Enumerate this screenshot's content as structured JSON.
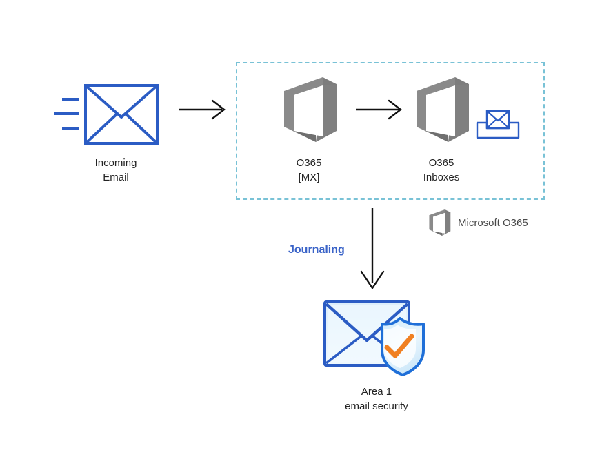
{
  "diagram": {
    "title": "Area 1 email security journaling flow for Microsoft O365",
    "background": "#ffffff"
  },
  "colors": {
    "envelope_blue": "#2b5cc4",
    "envelope_fill": "#e8f4fc",
    "motion_line_blue": "#2b5cc4",
    "o365_gray": "#808080",
    "boundary_dashed": "#79c2d6",
    "arrow_black": "#111111",
    "journaling_blue": "#3a63c8",
    "shield_outline": "#1f6fd8",
    "shield_fill": "#d6edfb",
    "check_orange": "#f08022",
    "caption_text": "#232323",
    "legend_text": "#4a4a4a"
  },
  "nodes": {
    "incoming_email": {
      "caption": "Incoming\nEmail",
      "icon": "envelope-with-motion-lines"
    },
    "o365_mx": {
      "caption": "O365\n[MX]",
      "icon": "office-365-logo"
    },
    "o365_inboxes": {
      "caption": "O365\nInboxes",
      "icon": "office-365-logo"
    },
    "inbox_tray": {
      "icon": "inbox-tray-envelope"
    },
    "area1": {
      "caption": "Area 1\nemail security",
      "icon": "envelope-shield-check"
    }
  },
  "edges": {
    "incoming_to_o365": {
      "label": "",
      "direction": "right"
    },
    "mx_to_inboxes": {
      "label": "",
      "direction": "right"
    },
    "inboxes_to_area1": {
      "label": "Journaling",
      "direction": "down"
    }
  },
  "boundary": {
    "name": "microsoft-o365-boundary",
    "style": "dashed"
  },
  "legend": {
    "label": "Microsoft O365",
    "icon": "office-365-logo"
  }
}
